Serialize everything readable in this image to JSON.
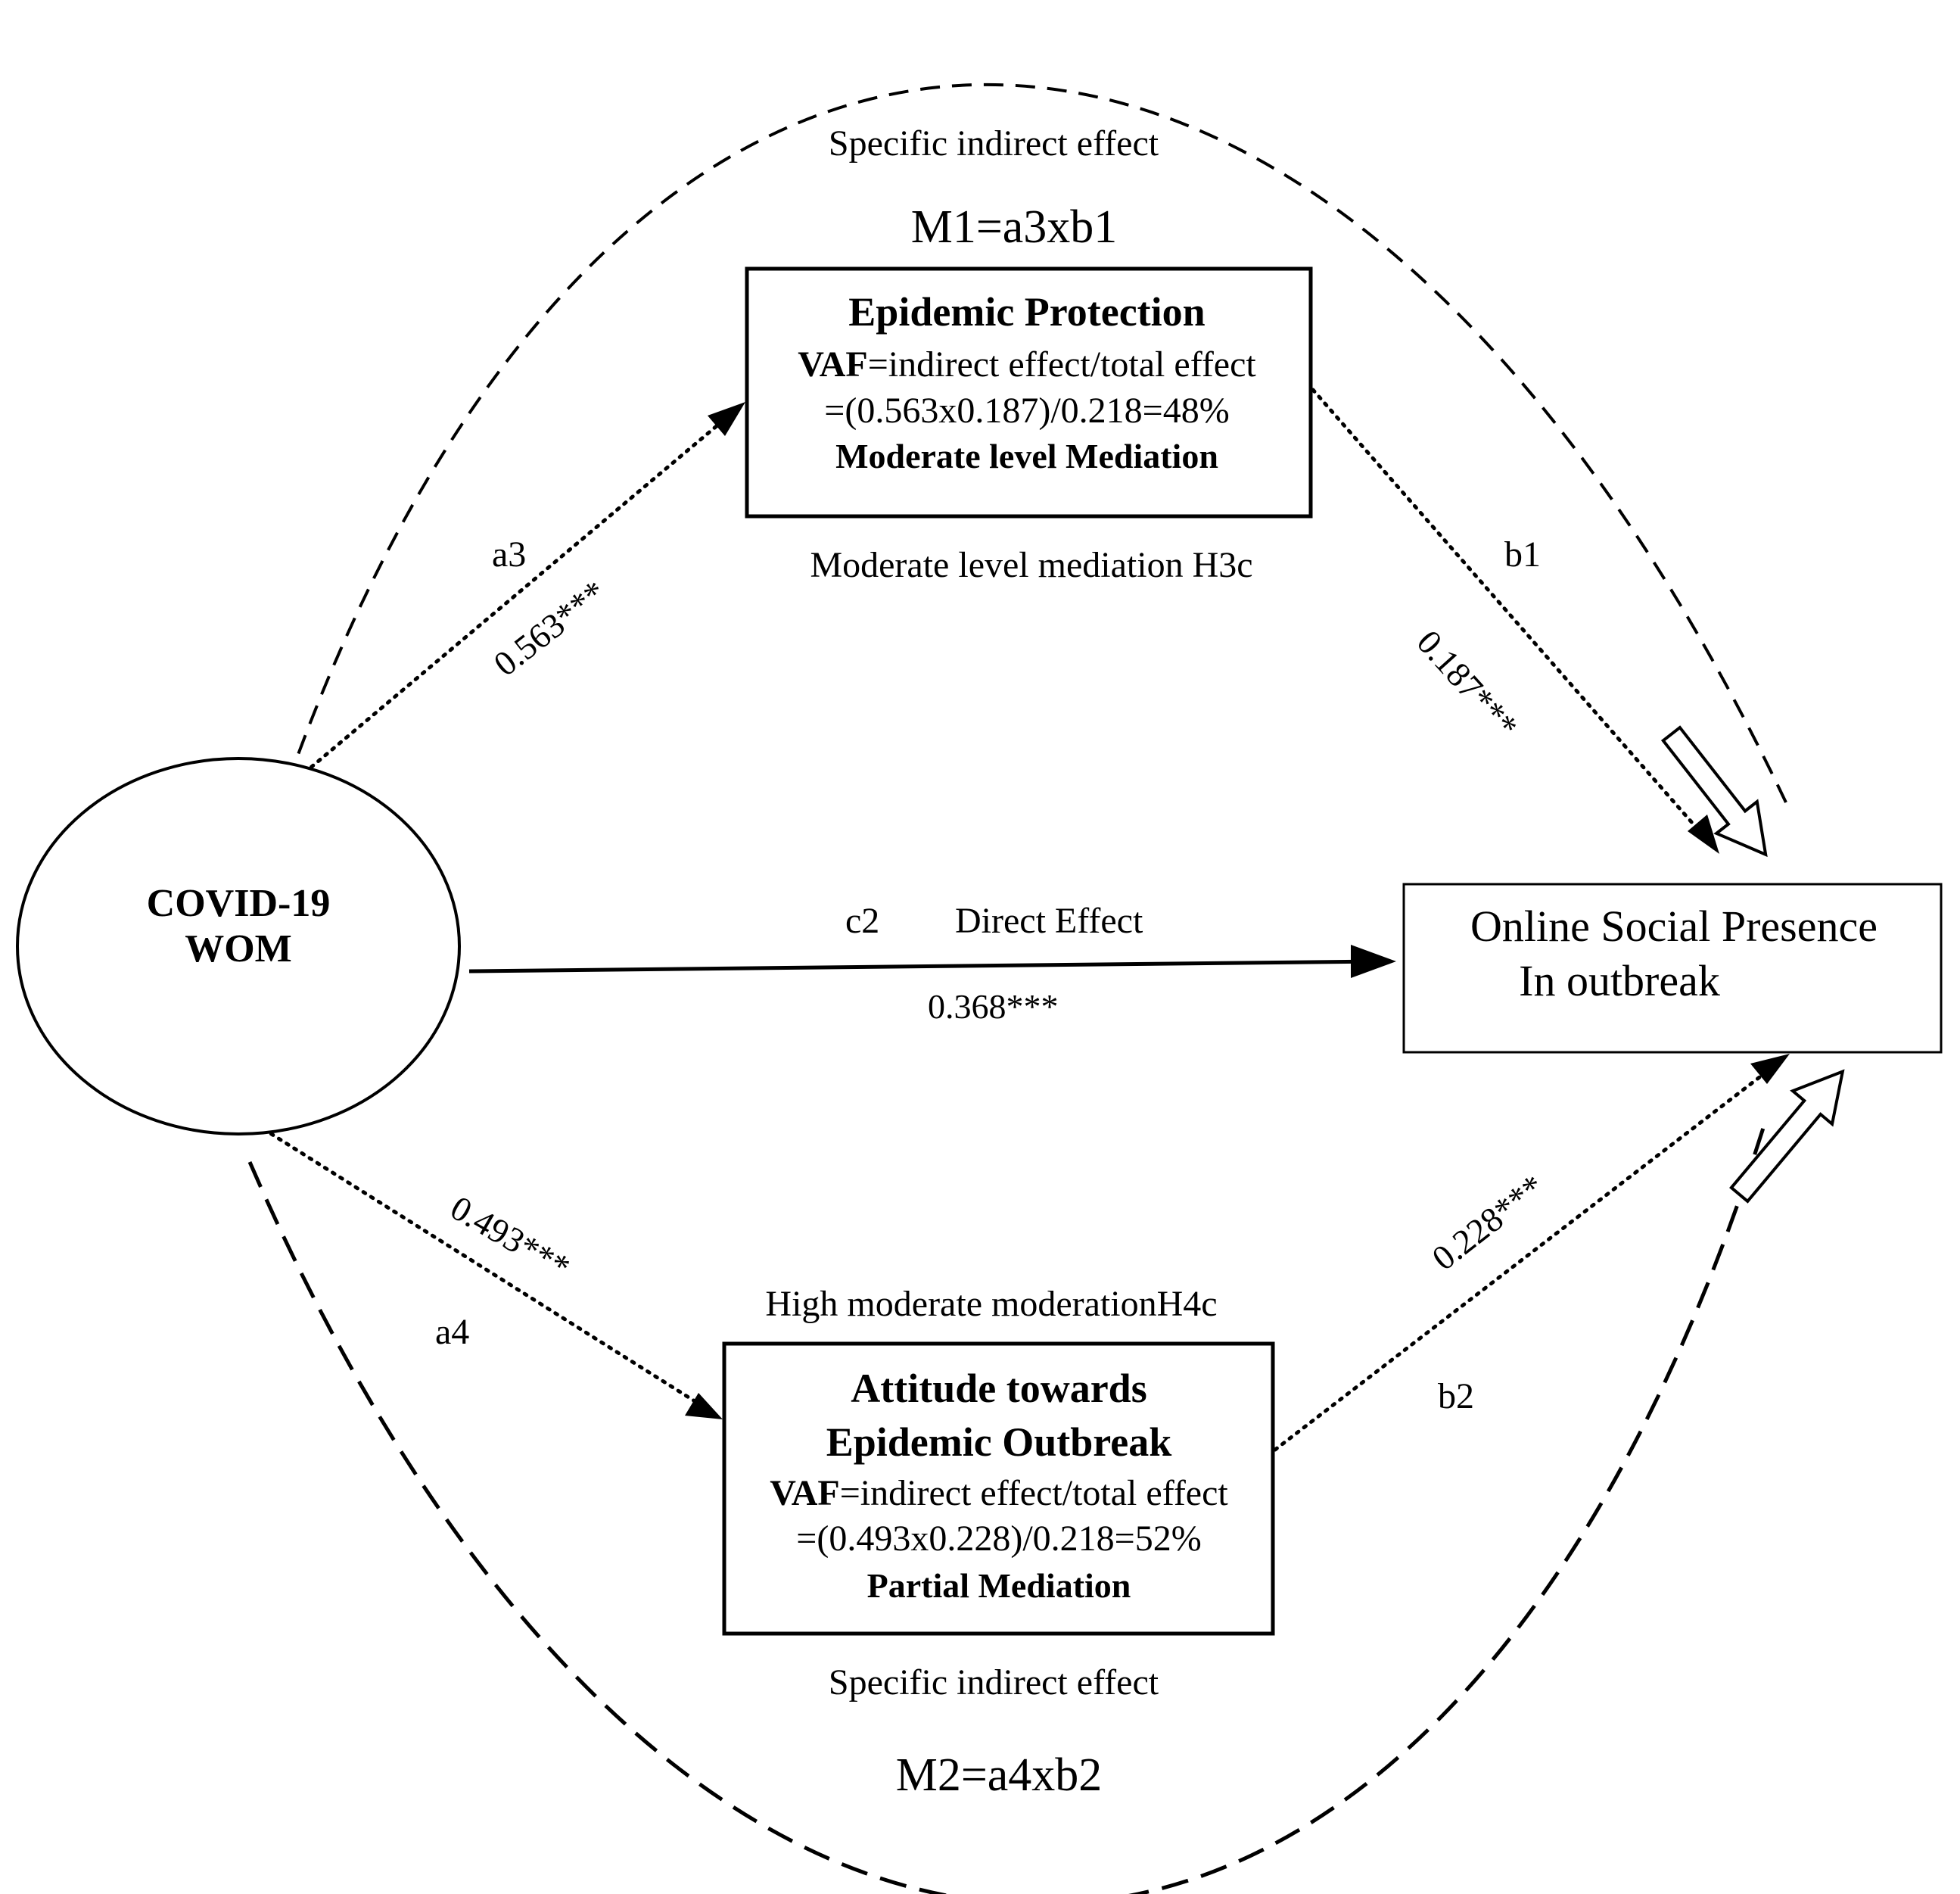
{
  "top_path": {
    "label": "Specific indirect effect",
    "formula": "M1=a3xb1"
  },
  "bottom_path": {
    "label": "Specific indirect effect",
    "formula": "M2=a4xb2"
  },
  "exogenous": {
    "line1": "COVID-19",
    "line2": "WOM"
  },
  "outcome": {
    "line1": "Online Social Presence",
    "line2": "In  outbreak"
  },
  "mediator1": {
    "title": "Epidemic Protection",
    "vaf_bold": "VAF",
    "vaf_text": "=indirect effect/total effect",
    "calc": "=(0.563x0.187)/0.218=48%",
    "result": "Moderate level  Mediation",
    "caption": "Moderate level  mediation H3c"
  },
  "mediator2": {
    "title1": "Attitude towards",
    "title2": "Epidemic  Outbreak",
    "vaf_bold": "VAF",
    "vaf_text": "=indirect effect/total effect",
    "calc": "=(0.493x0.228)/0.218=52%",
    "result": "Partial Mediation",
    "caption": "High moderate moderationH4c"
  },
  "paths": {
    "a3": {
      "label": "a3",
      "coef": "0.563***"
    },
    "b1": {
      "label": "b1",
      "coef": "0.187***"
    },
    "c2": {
      "label": "c2",
      "name": "Direct Effect",
      "coef": "0.368***"
    },
    "a4": {
      "label": "a4",
      "coef": "0.493***"
    },
    "b2": {
      "label": "b2",
      "coef": "0.228***"
    }
  }
}
